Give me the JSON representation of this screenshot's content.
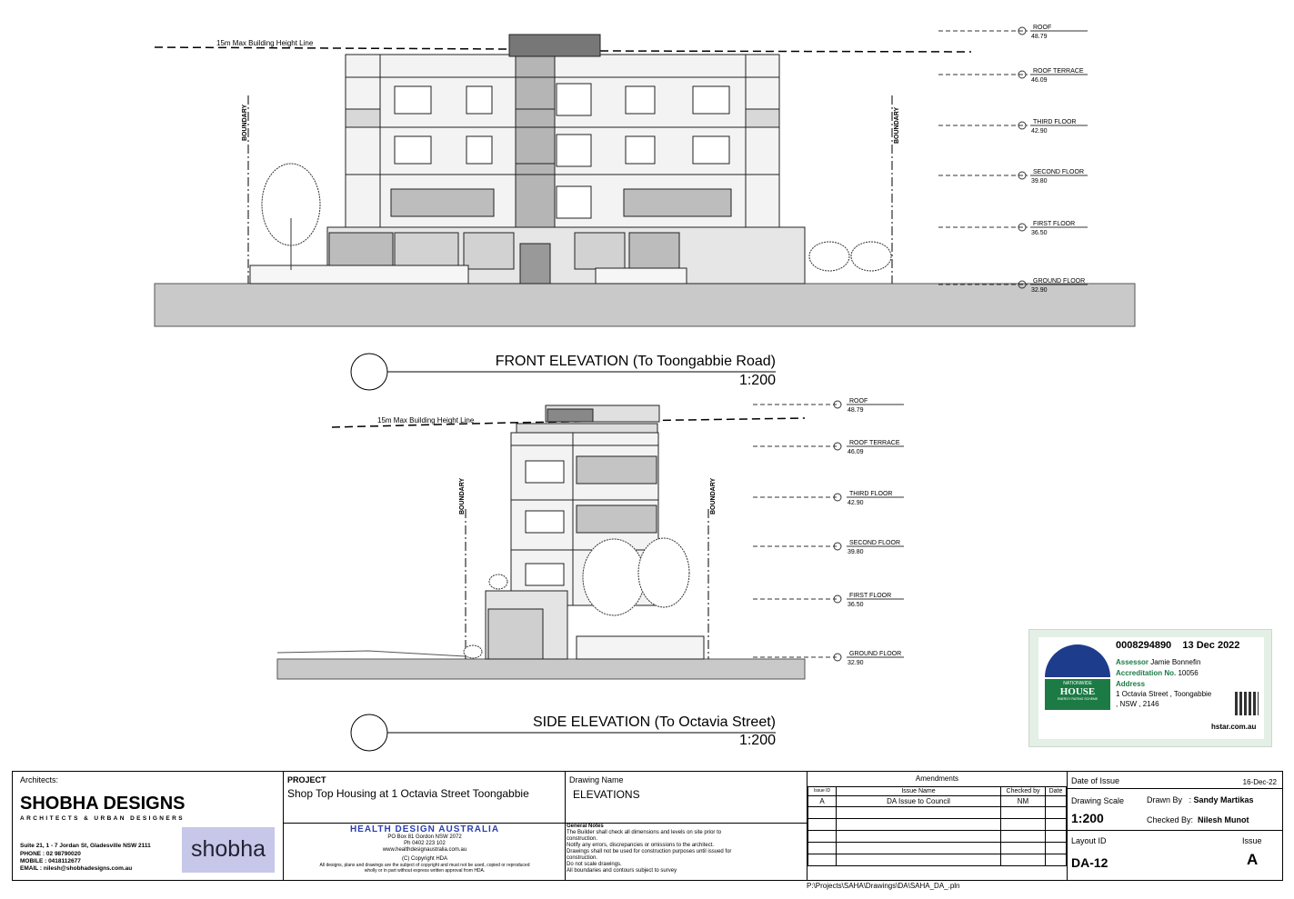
{
  "front_elevation": {
    "title": "FRONT ELEVATION (To Toongabbie Road)",
    "scale": "1:200",
    "height_line_label": "15m Max Building Height Line",
    "boundary_label": "BOUNDARY",
    "levels": [
      {
        "name": "ROOF",
        "rl": "48.79"
      },
      {
        "name": "ROOF TERRACE",
        "rl": "46.09"
      },
      {
        "name": "THIRD FLOOR",
        "rl": "42.90"
      },
      {
        "name": "SECOND FLOOR",
        "rl": "39.80"
      },
      {
        "name": "FIRST FLOOR",
        "rl": "36.50"
      },
      {
        "name": "GROUND FLOOR",
        "rl": "32.90"
      }
    ]
  },
  "side_elevation": {
    "title": "SIDE ELEVATION (To Octavia Street)",
    "scale": "1:200",
    "height_line_label": "15m Max Building Height Line",
    "boundary_label": "BOUNDARY",
    "levels": [
      {
        "name": "ROOF",
        "rl": "48.79"
      },
      {
        "name": "ROOF TERRACE",
        "rl": "46.09"
      },
      {
        "name": "THIRD FLOOR",
        "rl": "42.90"
      },
      {
        "name": "SECOND FLOOR",
        "rl": "39.80"
      },
      {
        "name": "FIRST FLOOR",
        "rl": "36.50"
      },
      {
        "name": "GROUND FLOOR",
        "rl": "32.90"
      }
    ]
  },
  "certificate": {
    "number": "0008294890",
    "date": "13 Dec 2022",
    "assessor_label": "Assessor",
    "assessor": "Jamie Bonnefin",
    "accreditation_label": "Accreditation No.",
    "accreditation": "10056",
    "address_label": "Address",
    "address_line1": "1 Octavia Street , Toongabbie",
    "address_line2": ", NSW , 2146",
    "logo_top": "NATIONWIDE",
    "logo_main": "HOUSE",
    "logo_sub": "ENERGY RATING SCHEME",
    "website": "hstar.com.au"
  },
  "title_block": {
    "architects_label": "Architects:",
    "firm_name": "SHOBHA DESIGNS",
    "firm_tagline": "ARCHITECTS & URBAN DESIGNERS",
    "address": "Suite 21, 1 - 7 Jordan St, Gladesville NSW 2111",
    "phone_label": "PHONE   :",
    "phone": "02 98790020",
    "mobile_label": "MOBILE  :",
    "mobile": "0418112677",
    "email_label": "EMAIL     :",
    "email": "nilesh@shobhadesigns.com.au",
    "logo_text": "shobha",
    "project_label": "PROJECT",
    "project_name": "Shop Top Housing at 1 Octavia Street Toongabbie",
    "client_name": "HEALTH DESIGN AUSTRALIA",
    "client_line1": "PO Box 81 Gordon NSW 2072",
    "client_line2": "Ph 0402 223 102",
    "client_line3": "www.healthdesignaustralia.com.au",
    "client_copyright": "(C) Copyright HDA",
    "client_disclaimer": "All designs, plans and drawings are the subject of copyright and must not be used, copied or reproduced wholly or in part without express written approval from HDA.",
    "drawing_name_label": "Drawing Name",
    "drawing_name": "ELEVATIONS",
    "notes_title": "General Notes",
    "notes": [
      "The Builder shall check all dimensions and levels on site prior to construction.",
      "Notify any errors, discrepancies or omissions to the architect.",
      "Drawings shall not be used for construction purposes until issued for construction.",
      "Do not scale drawings.",
      "All boundaries and contours subject to survey"
    ],
    "amendments_label": "Amendments",
    "amend_headers": [
      "Issue ID",
      "Issue Name",
      "Checked by",
      "Date"
    ],
    "amend_rows": [
      {
        "id": "A",
        "name": "DA Issue to Council",
        "checked": "NM",
        "date": ""
      }
    ],
    "date_of_issue_label": "Date of Issue",
    "date_of_issue": "16-Dec-22",
    "drawing_scale_label": "Drawing Scale",
    "drawing_scale": "1:200",
    "drawn_by_label": "Drawn By",
    "drawn_by": "Sandy Martikas",
    "checked_by_label": "Checked By:",
    "checked_by": "Nilesh Munot",
    "layout_id_label": "Layout ID",
    "layout_id": "DA-12",
    "issue_label": "Issue",
    "issue": "A",
    "file_path": "P:\\Projects\\SAHA\\Drawings\\DA\\SAHA_DA_.pln"
  }
}
